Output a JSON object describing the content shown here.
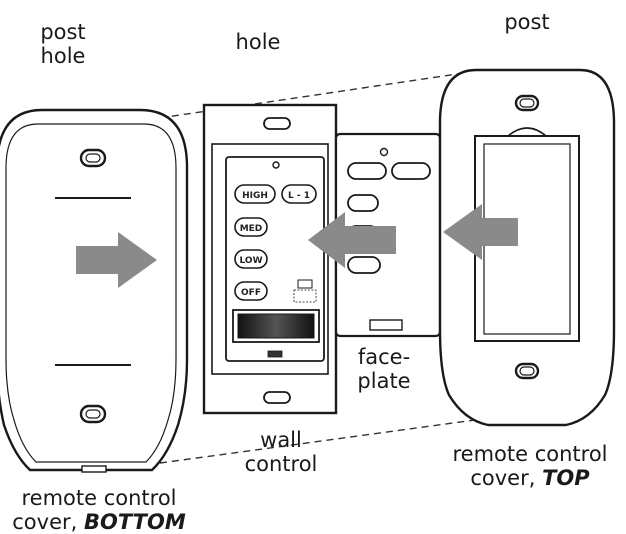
{
  "labels": {
    "post_hole_line1": "post",
    "post_hole_line2": "hole",
    "hole": "hole",
    "post": "post",
    "faceplate_line1": "face-",
    "faceplate_line2": "plate",
    "wall_control_line1": "wall",
    "wall_control_line2": "control",
    "remote_bottom_line1": "remote control",
    "remote_bottom_line2_prefix": "cover,",
    "remote_bottom_line2_strong": "BOTTOM",
    "remote_top_line1": "remote control",
    "remote_top_line2_prefix": "cover,",
    "remote_top_line2_strong": "TOP"
  },
  "wall_control_buttons": {
    "high": "HIGH",
    "light": "L - 1",
    "med": "MED",
    "low": "LOW",
    "off": "OFF"
  },
  "colors": {
    "outline": "#1a1a1a",
    "arrow": "#8a8a8a",
    "dashed": "#333333"
  }
}
